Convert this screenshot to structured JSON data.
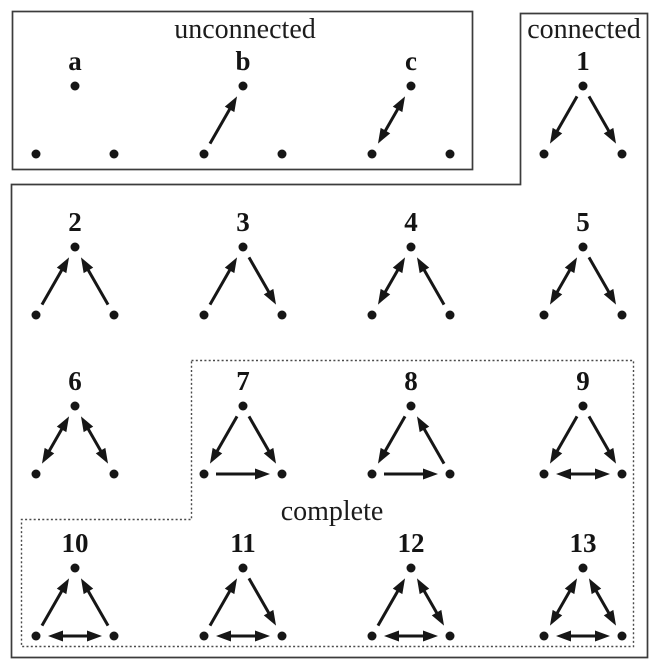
{
  "groups": {
    "unconnected": {
      "label": "unconnected"
    },
    "connected": {
      "label": "connected"
    },
    "complete": {
      "label": "complete"
    }
  },
  "triads": [
    {
      "label": "a",
      "group": "unconnected",
      "col": 0,
      "row": 0,
      "edges": {}
    },
    {
      "label": "b",
      "group": "unconnected",
      "col": 1,
      "row": 0,
      "edges": {
        "left": "up"
      }
    },
    {
      "label": "c",
      "group": "unconnected",
      "col": 2,
      "row": 0,
      "edges": {
        "left": "both"
      }
    },
    {
      "label": "1",
      "group": "connected",
      "col": 3,
      "row": 0,
      "edges": {
        "left": "down",
        "right": "down"
      }
    },
    {
      "label": "2",
      "group": "connected",
      "col": 0,
      "row": 1,
      "edges": {
        "left": "up",
        "right": "up"
      }
    },
    {
      "label": "3",
      "group": "connected",
      "col": 1,
      "row": 1,
      "edges": {
        "left": "up",
        "right": "down"
      }
    },
    {
      "label": "4",
      "group": "connected",
      "col": 2,
      "row": 1,
      "edges": {
        "left": "both",
        "right": "up"
      }
    },
    {
      "label": "5",
      "group": "connected",
      "col": 3,
      "row": 1,
      "edges": {
        "left": "both",
        "right": "down"
      }
    },
    {
      "label": "6",
      "group": "connected",
      "col": 0,
      "row": 2,
      "edges": {
        "left": "both",
        "right": "both"
      }
    },
    {
      "label": "7",
      "group": "complete",
      "col": 1,
      "row": 2,
      "edges": {
        "left": "down",
        "right": "down",
        "bottom": "right"
      }
    },
    {
      "label": "8",
      "group": "complete",
      "col": 2,
      "row": 2,
      "edges": {
        "left": "down",
        "right": "up",
        "bottom": "right"
      }
    },
    {
      "label": "9",
      "group": "complete",
      "col": 3,
      "row": 2,
      "edges": {
        "left": "down",
        "right": "down",
        "bottom": "both"
      }
    },
    {
      "label": "10",
      "group": "complete",
      "col": 0,
      "row": 3,
      "edges": {
        "left": "up",
        "right": "up",
        "bottom": "both"
      }
    },
    {
      "label": "11",
      "group": "complete",
      "col": 1,
      "row": 3,
      "edges": {
        "left": "up",
        "right": "down",
        "bottom": "both"
      }
    },
    {
      "label": "12",
      "group": "complete",
      "col": 2,
      "row": 3,
      "edges": {
        "left": "up",
        "right": "both",
        "bottom": "both"
      }
    },
    {
      "label": "13",
      "group": "complete",
      "col": 3,
      "row": 3,
      "edges": {
        "left": "both",
        "right": "both",
        "bottom": "both"
      }
    }
  ],
  "edge_semantics": {
    "left": "edge between bottom-left node and top node; up = arrow points to top, down = arrow points to bottom-left, both = mutual",
    "right": "edge between top node and bottom-right node; up = arrow points to top, down = arrow points to bottom-right, both = mutual",
    "bottom": "edge between bottom-left and bottom-right node; right = arrow points to bottom-right, both = mutual"
  },
  "colors": {
    "ink": "#161616",
    "border": "#3c3c3c",
    "background": "#ffffff"
  }
}
